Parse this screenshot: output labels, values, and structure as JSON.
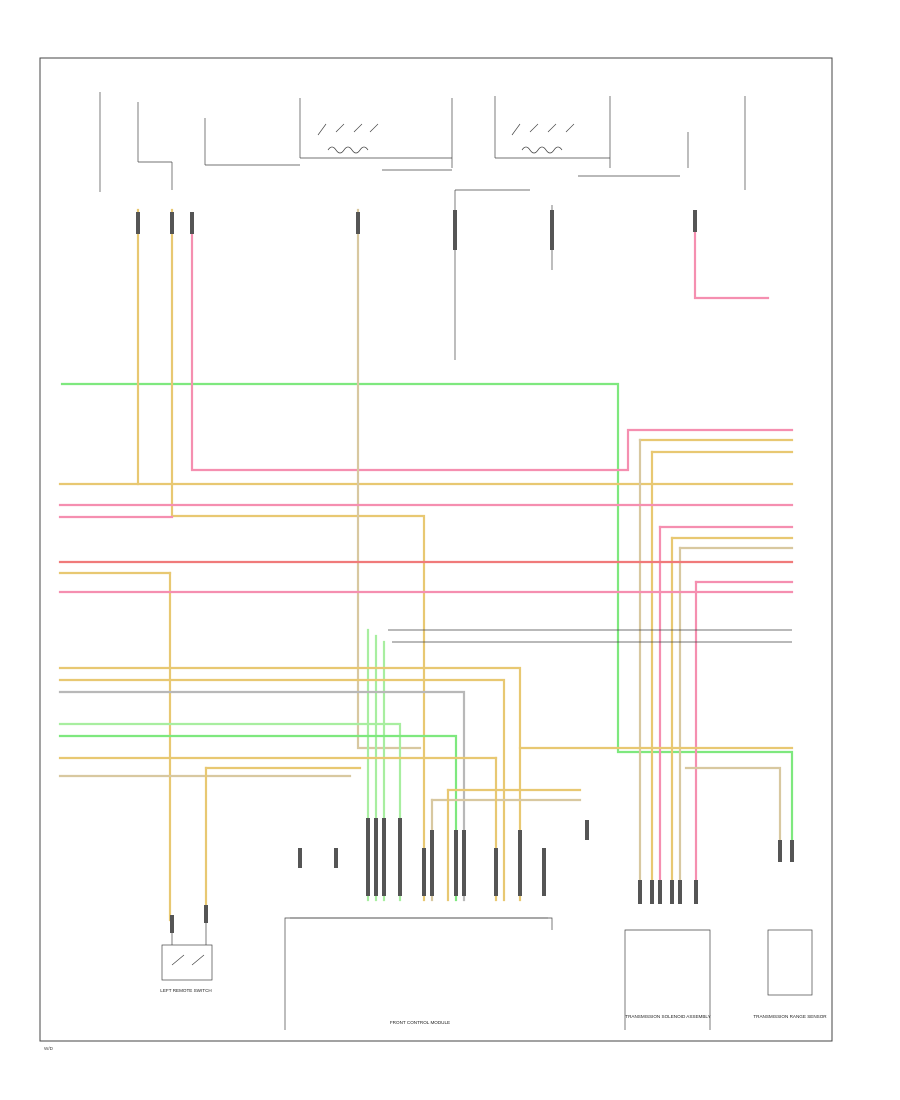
{
  "components": {
    "front_control_module": "FRONT CONTROL MODULE",
    "left_remote_switch": "LEFT REMOTE SWITCH",
    "transmission_range_sensor": "TRANSMISSION RANGE SENSOR",
    "transmission_solenoid_assembly": "TRANSMISSION SOLENOID ASSEMBLY"
  },
  "colors": {
    "yellow": "#e8c872",
    "pink": "#f58fb0",
    "red": "#f07a7a",
    "green": "#7ee87e",
    "light_green": "#a8eea0",
    "tan": "#d8c8a0",
    "gray": "#b8b8b8",
    "frame": "#444444"
  },
  "footer": {
    "ref_code": "W/D"
  }
}
